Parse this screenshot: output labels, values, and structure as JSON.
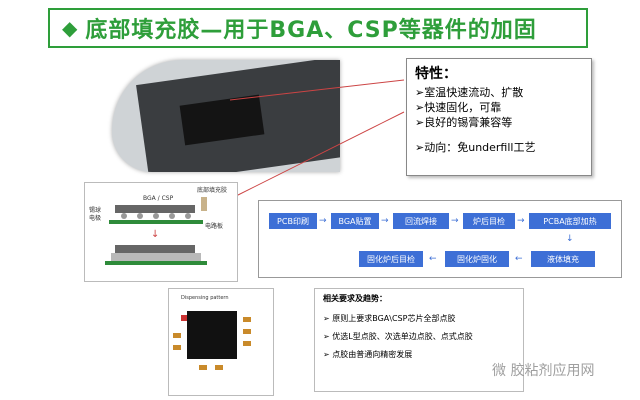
{
  "title": {
    "bullet": "◆",
    "text": "底部填充胶—用于BGA、CSP等器件的加固"
  },
  "properties": {
    "heading": "特性：",
    "items": [
      "➢室温快速流动、扩散",
      "➢快速固化，可靠",
      "➢良好的锡膏兼容等"
    ],
    "trend": "➢动向：免underfill工艺"
  },
  "diagram": {
    "top_label": "BGA / CSP",
    "dispenser_label": "底部填充胶",
    "left_label_1": "锡球",
    "left_label_2": "电极",
    "right_label": "电路板"
  },
  "flow": {
    "row1": [
      "PCB印刷",
      "BGA贴置",
      "回流焊接",
      "炉后目检",
      "PCBA底部加热"
    ],
    "row2": [
      "固化炉后目检",
      "固化炉固化",
      "液体填充"
    ]
  },
  "layout_caption": "Dispensing pattern",
  "requirements": {
    "heading": "相关要求及趋势：",
    "items": [
      "原则上要求BGA\\CSP芯片全部点胶",
      "优选L型点胶、次选单边点胶、点式点胶",
      "点胶由普通向精密发展"
    ]
  },
  "watermark": "微 胶粘剂应用网",
  "colors": {
    "accent": "#2e9e3a",
    "flow": "#3d6fd6"
  }
}
